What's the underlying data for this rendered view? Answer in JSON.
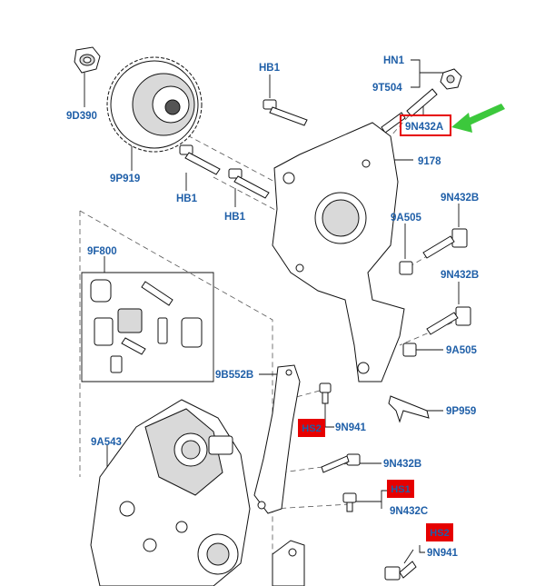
{
  "labels": {
    "9D390": "9D390",
    "9P919": "9P919",
    "HB1_a": "HB1",
    "HB1_b": "HB1",
    "HB1_c": "HB1",
    "HN1": "HN1",
    "9T504": "9T504",
    "9N432A": "9N432A",
    "9178": "9178",
    "9A505_a": "9A505",
    "9N432B_a": "9N432B",
    "9N432B_b": "9N432B",
    "9A505_b": "9A505",
    "9F800": "9F800",
    "9B552B": "9B552B",
    "9P959": "9P959",
    "9N941_a": "9N941",
    "9A543": "9A543",
    "9N432B_c": "9N432B",
    "9N432C": "9N432C",
    "9N941_b": "9N941"
  },
  "badges": {
    "HS2_a": "HS2",
    "HS1": "HS1",
    "HS2_b": "HS2"
  },
  "colors": {
    "label_blue": "#1f5fa8",
    "badge_red": "#e60000",
    "highlight_red": "#e60000",
    "arrow_green": "#3cc83c"
  },
  "highlighted_part": "9N432A"
}
